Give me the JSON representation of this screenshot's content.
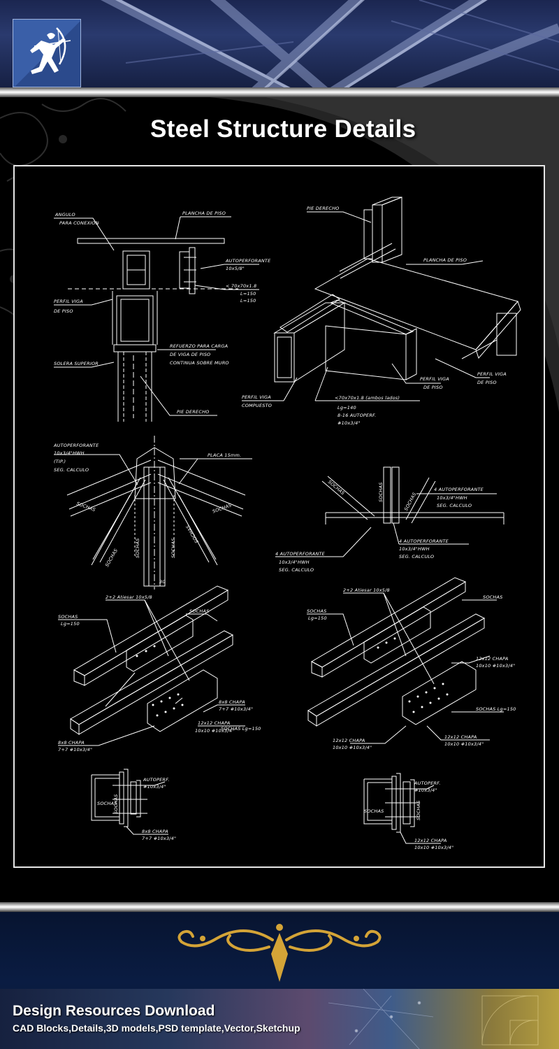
{
  "header": {
    "logo_icon": "archer-icon"
  },
  "title": "Steel Structure Details",
  "drawing": {
    "detail1": [
      "ANGULO",
      "PARA CONEXION",
      "PLANCHA DE PISO",
      "AUTOPERFORANTE",
      "10x5/8\"",
      "< 70x70x1.8",
      "L=150",
      "L=150",
      "PERFIL VIGA",
      "DE PISO",
      "REFUERZO PARA CARGA",
      "DE VIGA DE PISO",
      "CONTINUA SOBRE MURO",
      "SOLERA SUPERIOR",
      "PIE DERECHO"
    ],
    "detail2": [
      "PIE DERECHO",
      "PLANCHA DE PISO",
      "PERFIL VIGA",
      "DE PISO",
      "PERFIL VIGA",
      "DE PISO",
      "PERFIL VIGA",
      "COMPUESTO",
      "<70x70x1.8 (ambos lados)",
      "Lg=140",
      "8-16 AUTOPERF.",
      "#10x3/4\""
    ],
    "detail3": [
      "AUTOPERFORANTE",
      "10x3/4\"HWH",
      "(TIP.)",
      "SEG. CALCULO",
      "PLACA 15mm.",
      "SOCHAS",
      "SOCHAS",
      "SOCHAS",
      "SOCHAS",
      "SOCHAS",
      "SOCHAS",
      "30"
    ],
    "detail4": [
      "SOCHAS",
      "SOCHAS",
      "SOCHAS",
      "4 AUTOPERFORANTE",
      "10x3/4\"HWH",
      "SEG. CALCULO",
      "4 AUTOPERFORANTE",
      "10x3/4\"HWH",
      "SEG. CALCULO",
      "4 AUTOPERFORANTE",
      "10x3/4\"HWH",
      "SEG. CALCULO"
    ],
    "detail5": [
      "2+2 Atiesar 10x5/8",
      "SOCHAS",
      "Lg=150",
      "SOCHAS",
      "8x8 CHAPA",
      "7+7 #10x3/4\"",
      "SOCHAS Lg=150",
      "12x12 CHAPA",
      "10x10 #10x3/4\"",
      "8x8 CHAPA",
      "7+7 #10x3/4\""
    ],
    "detail6": [
      "2+2 Atiesar 10x5/8",
      "SOCHAS",
      "Lg=150",
      "SOCHAS",
      "12x12 CHAPA",
      "10x10 #10x3/4\"",
      "SOCHAS Lg=150",
      "12x12 CHAPA",
      "10x10 #10x3/4\"",
      "12x12 CHAPA",
      "10x10 #10x3/4\""
    ],
    "detail7": [
      "AUTOPERF.",
      "#10x3/4\"",
      "SOCHAS",
      "SOCHAS",
      "8x8 CHAPA",
      "7+7 #10x3/4\""
    ],
    "detail8": [
      "AUTOPERF.",
      "#10x3/4\"",
      "SOCHAS",
      "SOCHAS",
      "12x12 CHAPA",
      "10x10 #10x3/4\""
    ]
  },
  "footer": {
    "ornament_icon": "gold-ornament-icon",
    "title": "Design Resources Download",
    "subtitle": "CAD Blocks,Details,3D models,PSD template,Vector,Sketchup"
  },
  "colors": {
    "header_bg": "#1b2650",
    "logo_bg": "#2b4a8c",
    "footer_bg": "#0a1c42",
    "ornament": "#d4a437"
  }
}
